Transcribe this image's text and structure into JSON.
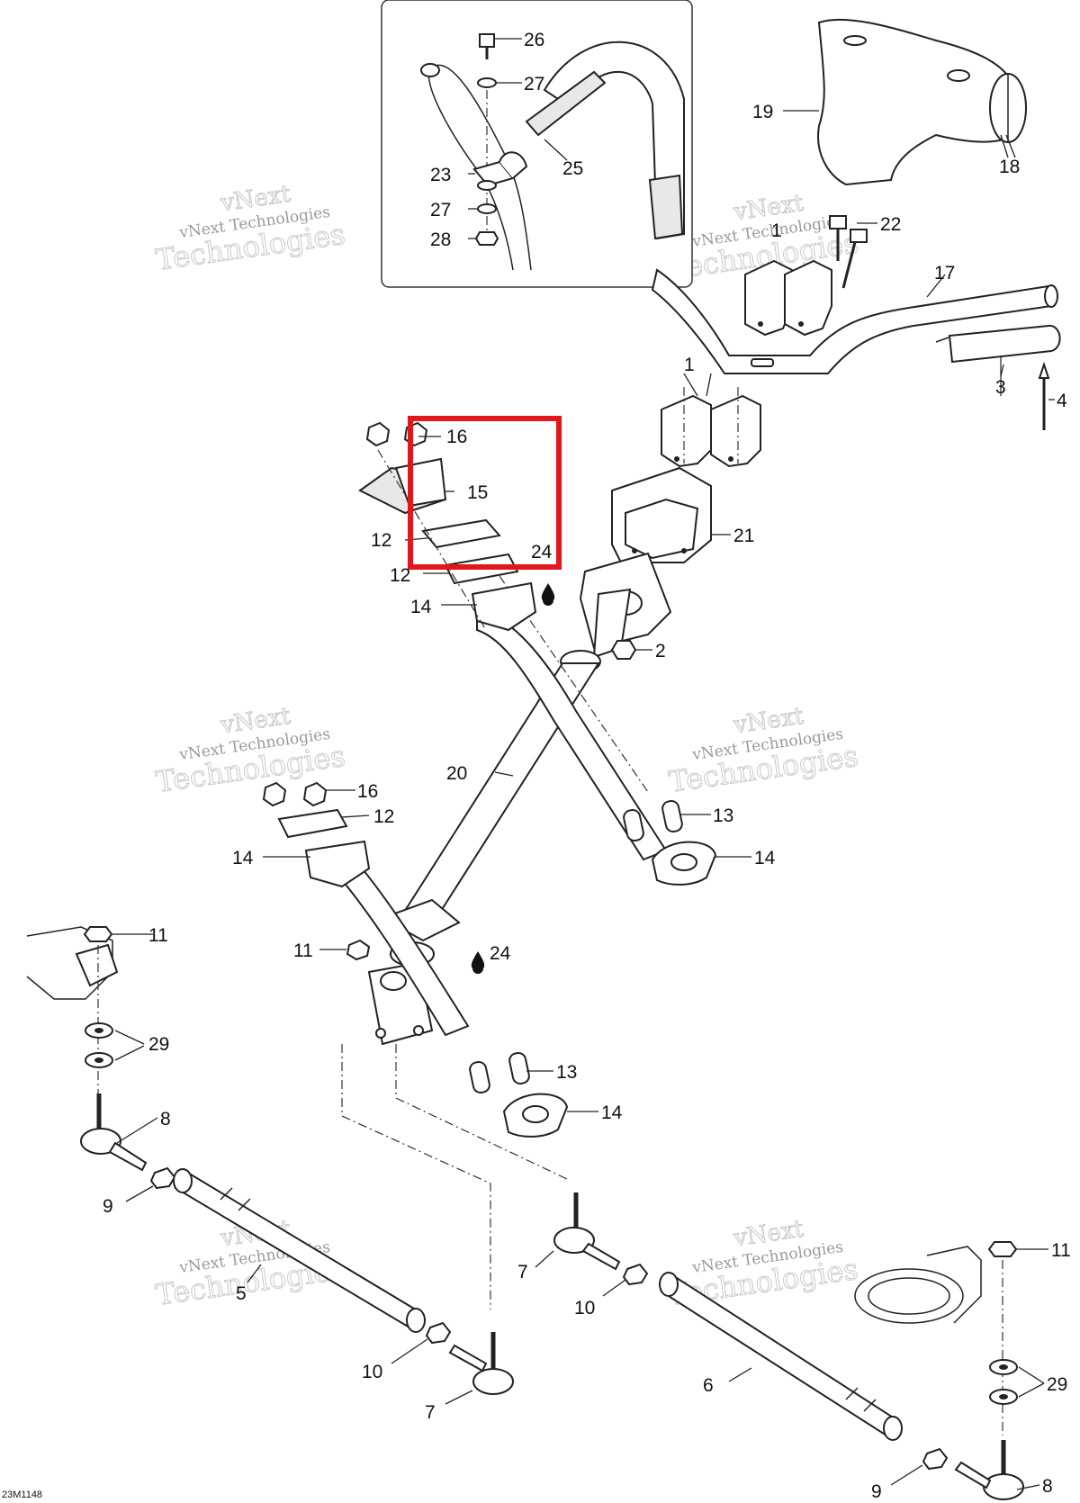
{
  "diagram_code": "23M1148",
  "highlight_color": "#e3161b",
  "watermark": {
    "line1": "vNext",
    "line2": "vNext Technologies",
    "line3": "Technologies"
  },
  "callouts": {
    "c1a": "1",
    "c1b": "1",
    "c2": "2",
    "c3": "3",
    "c4": "4",
    "c5": "5",
    "c6": "6",
    "c7a": "7",
    "c7b": "7",
    "c8a": "8",
    "c8b": "8",
    "c9a": "9",
    "c9b": "9",
    "c10a": "10",
    "c10b": "10",
    "c11a": "11",
    "c11b": "11",
    "c11c": "11",
    "c12a": "12",
    "c12b": "12",
    "c12c": "12",
    "c13a": "13",
    "c13b": "13",
    "c14a": "14",
    "c14b": "14",
    "c14c": "14",
    "c14d": "14",
    "c15": "15",
    "c16a": "16",
    "c16b": "16",
    "c17": "17",
    "c18": "18",
    "c19": "19",
    "c20": "20",
    "c21": "21",
    "c22": "22",
    "c23": "23",
    "c24a": "24",
    "c24b": "24",
    "c25": "25",
    "c26": "26",
    "c27a": "27",
    "c27b": "27",
    "c28": "28",
    "c29a": "29",
    "c29b": "29"
  }
}
